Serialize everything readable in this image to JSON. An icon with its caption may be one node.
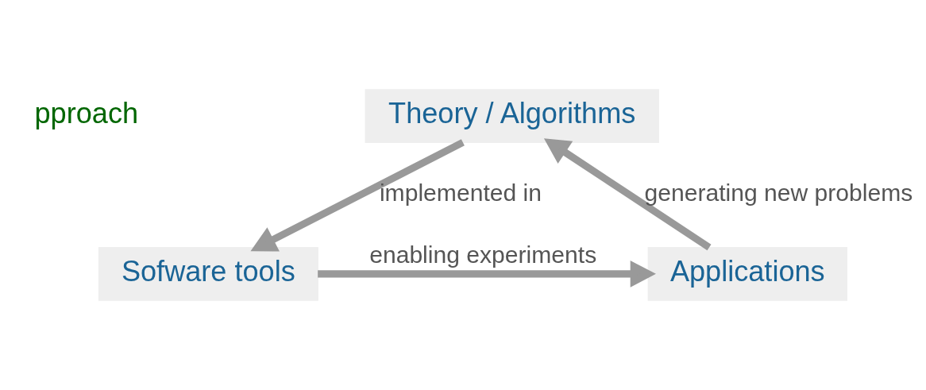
{
  "diagram": {
    "nodes": [
      {
        "text": [
          "Theory / Algorithms"
        ]
      },
      {
        "text": [
          "Sofware tools"
        ]
      },
      {
        "text": [
          "Applications"
        ]
      }
    ],
    "edges": [
      {
        "from": 0,
        "to": 1,
        "arrow": "to",
        "label": "implemented in"
      },
      {
        "from": 1,
        "to": 2,
        "arrow": "to",
        "label": "enabling experiments"
      },
      {
        "from": 2,
        "to": 0,
        "arrow": "to",
        "label": "generating new problems"
      }
    ],
    "labels": [
      "pproach"
    ]
  }
}
